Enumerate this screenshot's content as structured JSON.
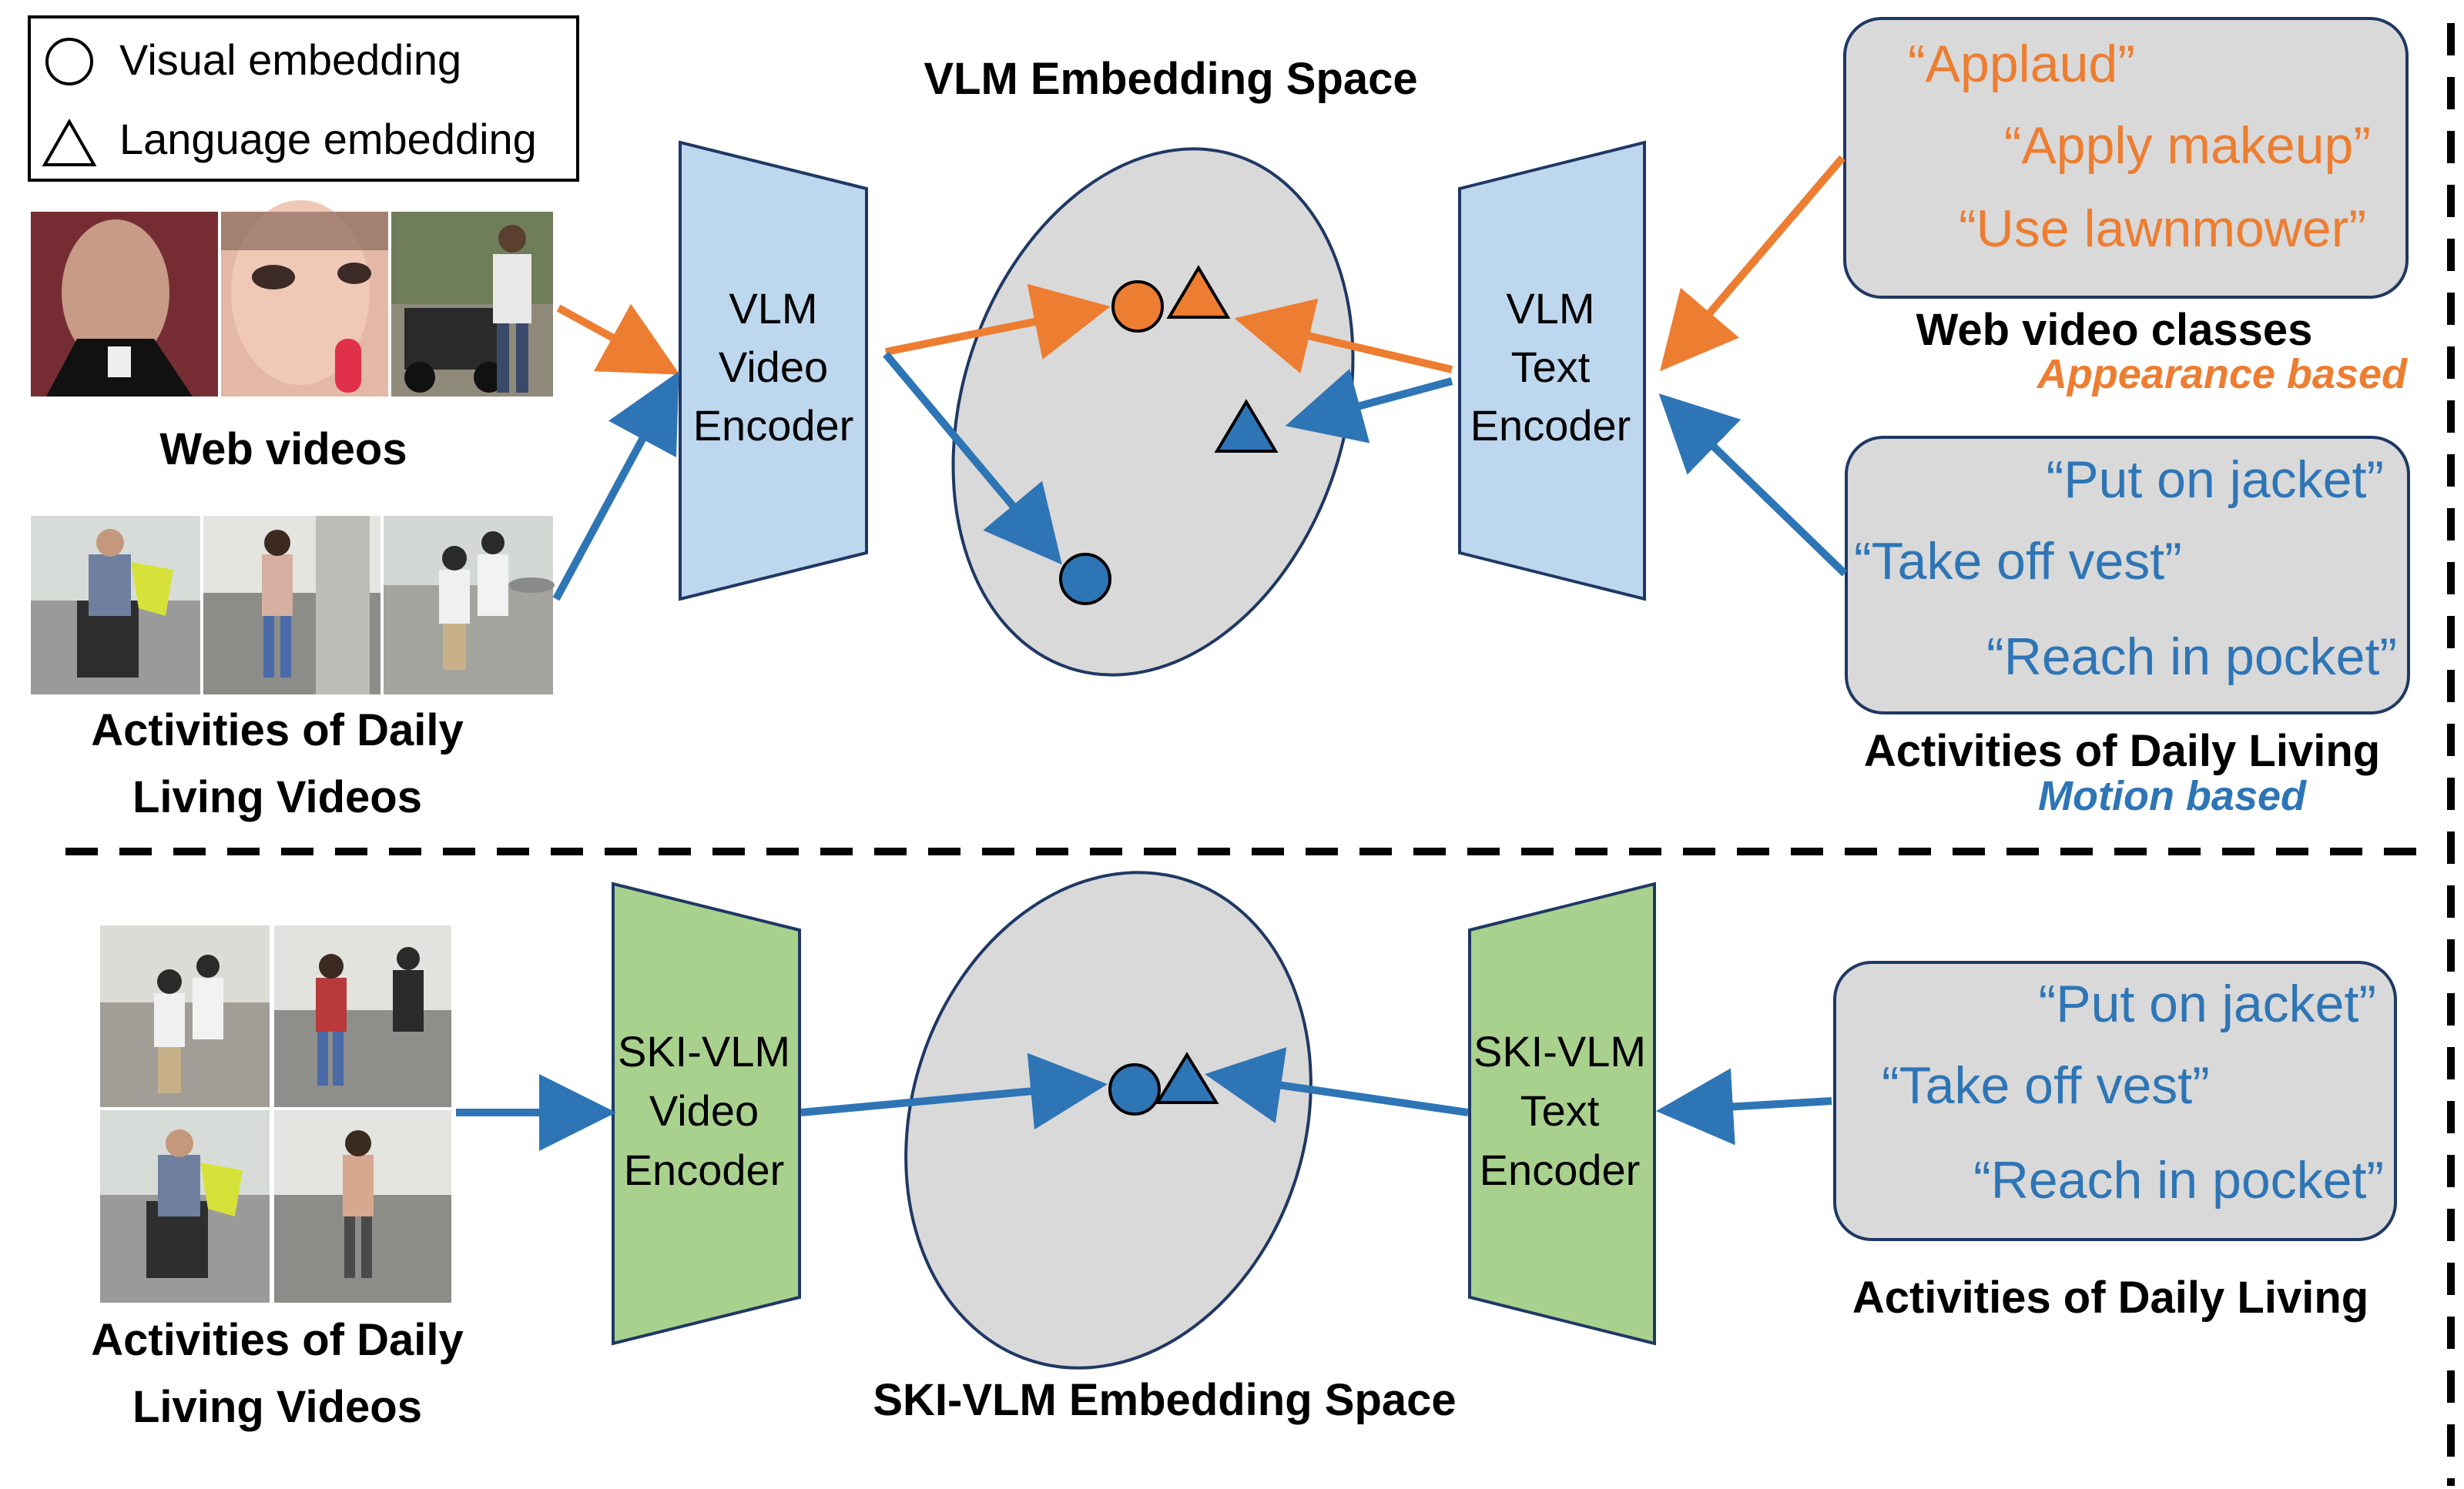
{
  "legend": {
    "visual": "Visual embedding",
    "language": "Language embedding"
  },
  "top": {
    "space_title": "VLM Embedding Space",
    "web_videos_label": "Web videos",
    "adl_videos_label": [
      "Activities of Daily",
      "Living Videos"
    ],
    "video_encoder": [
      "VLM",
      "Video",
      "Encoder"
    ],
    "text_encoder": [
      "VLM",
      "Text",
      "Encoder"
    ],
    "web_classes": [
      "“Applaud”",
      "“Apply makeup”",
      "“Use lawnmower”"
    ],
    "web_classes_title": "Web video classes",
    "web_classes_note": "Appearance based",
    "adl_classes": [
      "“Put on jacket”",
      "“Take off vest”",
      "“Reach in pocket”"
    ],
    "adl_classes_title": "Activities of Daily Living",
    "adl_classes_note": "Motion based"
  },
  "bottom": {
    "space_title": "SKI-VLM Embedding Space",
    "adl_videos_label": [
      "Activities of Daily",
      "Living Videos"
    ],
    "video_encoder": [
      "SKI-VLM",
      "Video",
      "Encoder"
    ],
    "text_encoder": [
      "SKI-VLM",
      "Text",
      "Encoder"
    ],
    "adl_classes": [
      "“Put on jacket”",
      "“Take off vest”",
      "“Reach in pocket”"
    ],
    "adl_classes_title": "Activities of Daily Living"
  },
  "colors": {
    "orange": "#ED7D31",
    "blue": "#2E75B6",
    "encoder_blue": "#BDD7EE",
    "encoder_green": "#A9D18E",
    "space_gray": "#D9D9D9",
    "outline": "#1F3864"
  }
}
